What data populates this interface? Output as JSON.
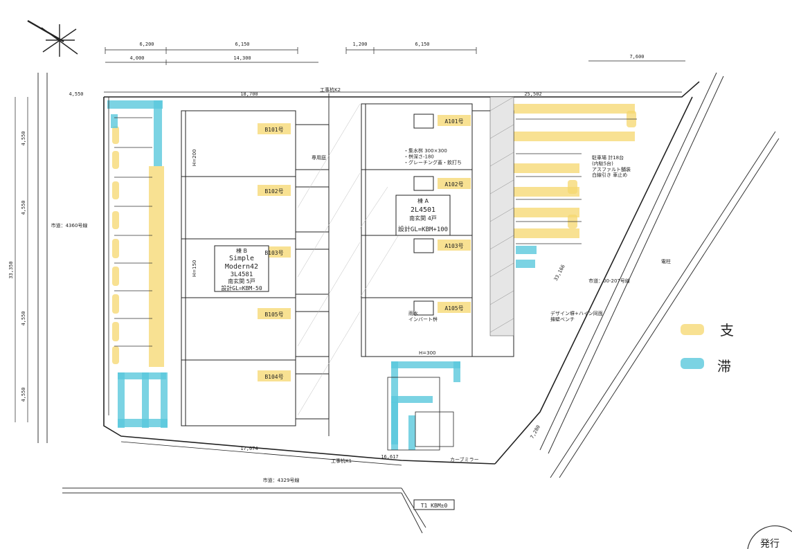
{
  "building_b": {
    "title": "棟 B",
    "name": "Simple",
    "model": "Modern42",
    "type": "3L4581",
    "floors": "南玄関 5戸",
    "gl": "設計GL=KBM-50",
    "units": [
      "B101号",
      "B102号",
      "B103号",
      "B105号",
      "B104号"
    ]
  },
  "building_a": {
    "title": "棟 A",
    "type": "2L4501",
    "floors": "南玄関 4戸",
    "gl": "設計GL=KBM+100",
    "units": [
      "A101号",
      "A102号",
      "A103号",
      "A105号"
    ]
  },
  "dims": {
    "top_left": "6,200",
    "top_a": "6,150",
    "top_b": "4,000",
    "top_c": "14,300",
    "top_mid": "1,200",
    "top_mid2": "6,150",
    "top_right": "7,600",
    "left_edge": "4,550",
    "top_edge_left": "18,700",
    "top_edge_right": "25,502",
    "bottom_edge": "17,074",
    "bottom_right": "16,617",
    "diag_right": "33,166",
    "slope_right": "7,280",
    "left_total": "33,350",
    "vert_1": "4,550",
    "vert_2": "4,550",
    "vert_3": "4,550",
    "vert_4": "4,550"
  },
  "notes": {
    "west_road": "市道：4360号線",
    "south_road": "市道：4329号線",
    "east_road": "市道：00-207号線",
    "manhole": "・集水桝 300×300\n・桝深さ-180\n・グレーチング蓋・飲打ち",
    "design_bench": "デザイン塀+ハイン同面\n擁壁ベンチ",
    "curve_mirror": "カーブミラー",
    "rain_well": "雨水\nインバート桝",
    "parking_note": "駐車場 計18台\n(内駐5台)\nアスファルト舗装\n白線引き 車止め",
    "kbm": "T1 KBM±0",
    "work_point_1": "工事杭K1",
    "work_point_2": "工事杭K2",
    "fence_h200": "H=200",
    "fence_h150": "H=150",
    "fence_h300": "H=300",
    "utility_pole": "電柱",
    "yard": "専用庭"
  },
  "legend": {
    "yellow_label": "支",
    "cyan_label": "滞",
    "yellow_color": "#f5d76e",
    "cyan_color": "#5ac8dc"
  },
  "stamp": "発行"
}
